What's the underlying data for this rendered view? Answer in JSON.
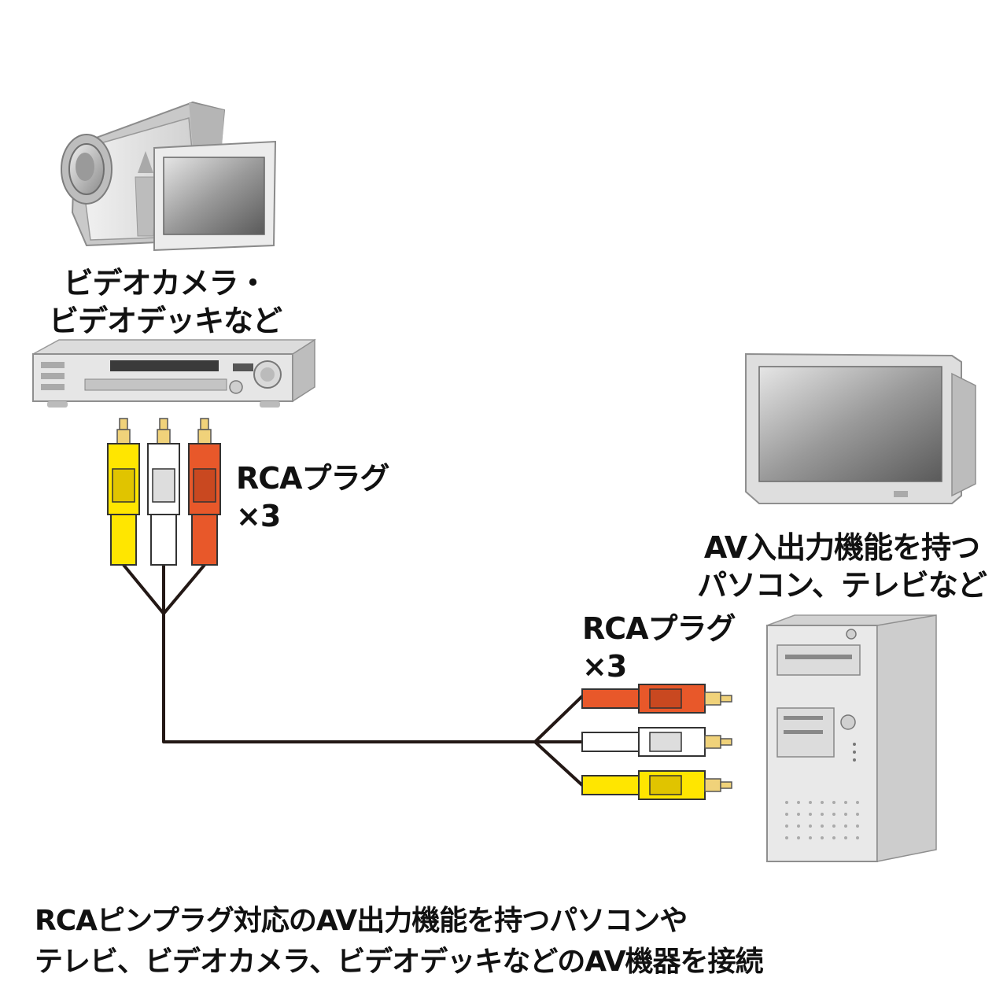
{
  "source_device": {
    "label_line1": "ビデオカメラ・",
    "label_line2": "ビデオデッキなど",
    "icons": [
      "camcorder-icon",
      "vcr-deck-icon"
    ]
  },
  "target_device": {
    "label_line1": "AV入出力機能を持つ",
    "label_line2": "パソコン、テレビなど",
    "icons": [
      "tv-monitor-icon",
      "pc-tower-icon"
    ]
  },
  "source_plugs": {
    "label_line1": "RCAプラグ",
    "label_line2": "×3",
    "colors": [
      "#ffe600",
      "#ffffff",
      "#e8582a"
    ]
  },
  "target_plugs": {
    "label_line1": "RCAプラグ",
    "label_line2": "×3",
    "colors": [
      "#e8582a",
      "#ffffff",
      "#ffe600"
    ]
  },
  "caption": {
    "line1": "RCAピンプラグ対応のAV出力機能を持つパソコンや",
    "line2": "テレビ、ビデオカメラ、ビデオデッキなどのAV機器を接続"
  },
  "colors": {
    "cable": "#231815",
    "plug_yellow": "#ffe600",
    "plug_white": "#ffffff",
    "plug_red": "#e8582a",
    "gold": "#f0d27a",
    "device_gray": "#d8d8d8"
  }
}
